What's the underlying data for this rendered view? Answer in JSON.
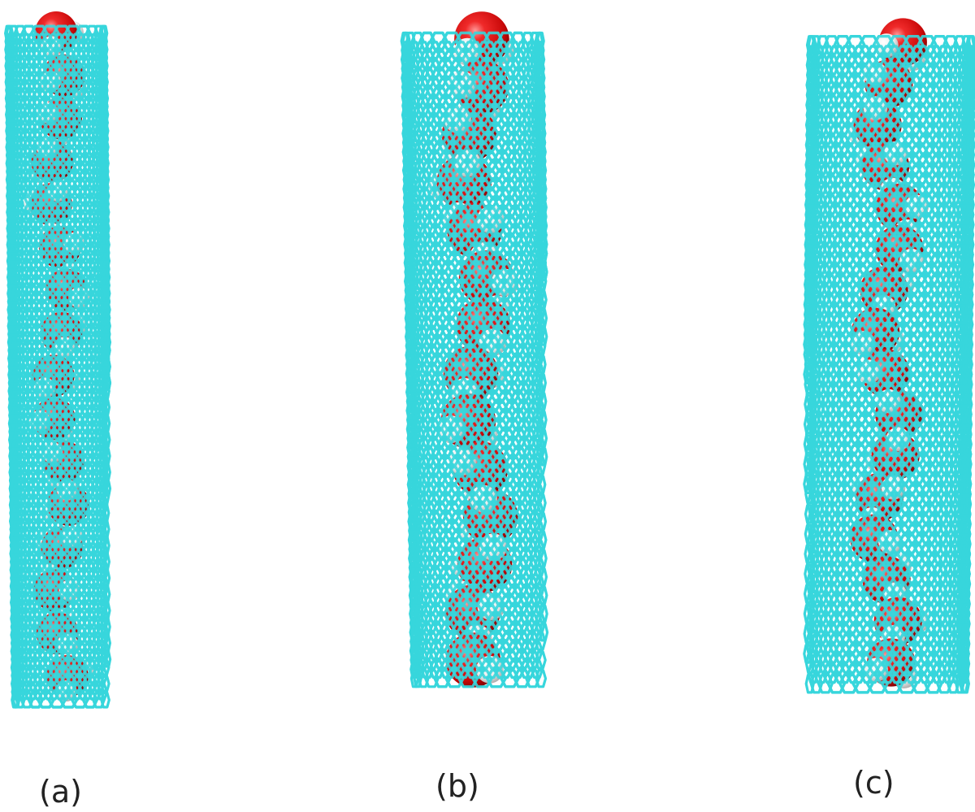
{
  "figure": {
    "panels": [
      {
        "label": "(a)",
        "tube_color": "#37d6dc",
        "water_count": 16
      },
      {
        "label": "(b)",
        "tube_color": "#37d6dc",
        "water_count": 14
      },
      {
        "label": "(c)",
        "tube_color": "#37d6dc",
        "water_count": 16
      }
    ],
    "colors": {
      "oxygen": "#e01010",
      "hydrogen": "#f4f4f4",
      "background": "#ffffff"
    }
  }
}
